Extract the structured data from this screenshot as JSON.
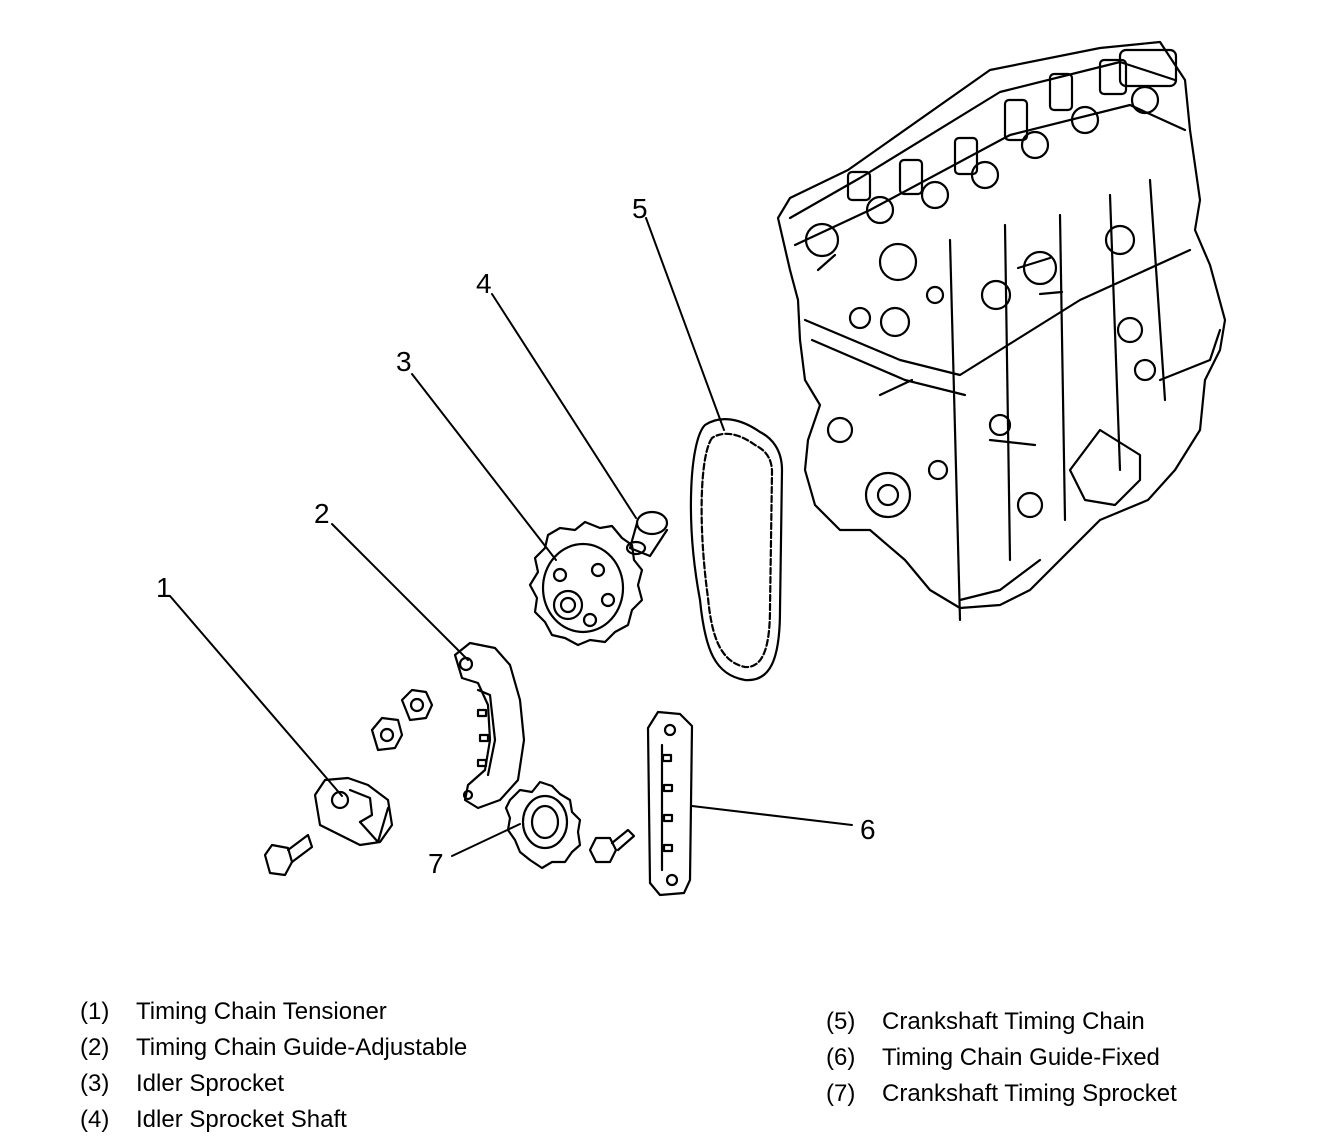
{
  "callouts": {
    "c1": "1",
    "c2": "2",
    "c3": "3",
    "c4": "4",
    "c5": "5",
    "c6": "6",
    "c7": "7"
  },
  "legend": {
    "left": [
      {
        "num": "(1)",
        "label": "Timing Chain Tensioner"
      },
      {
        "num": "(2)",
        "label": "Timing Chain Guide-Adjustable"
      },
      {
        "num": "(3)",
        "label": "Idler Sprocket"
      },
      {
        "num": "(4)",
        "label": "Idler Sprocket Shaft"
      }
    ],
    "right": [
      {
        "num": "(5)",
        "label": "Crankshaft Timing Chain"
      },
      {
        "num": "(6)",
        "label": "Timing Chain Guide-Fixed"
      },
      {
        "num": "(7)",
        "label": "Crankshaft Timing Sprocket"
      }
    ]
  }
}
